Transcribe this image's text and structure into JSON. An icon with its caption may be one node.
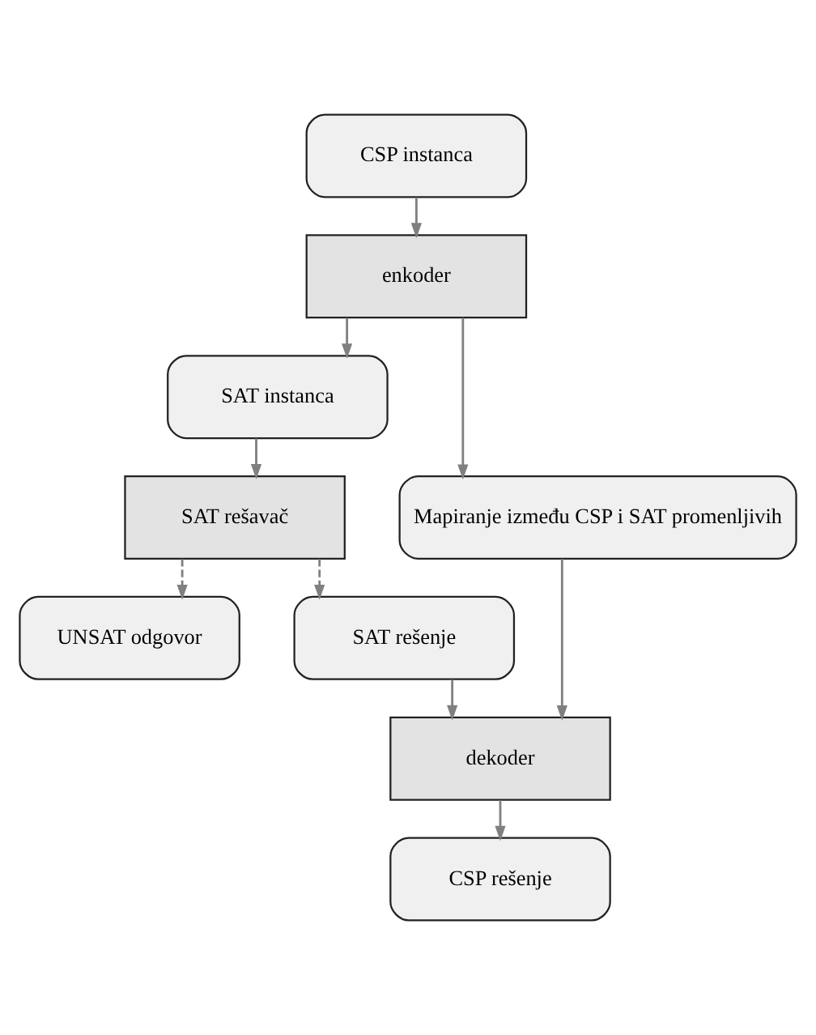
{
  "diagram": {
    "nodes": [
      {
        "text": [
          "CSP instanca"
        ]
      },
      {
        "text": [
          "enkoder"
        ]
      },
      {
        "text": [
          "SAT instanca"
        ]
      },
      {
        "text": [
          "Mapiranje između CSP i SAT promenljivih"
        ]
      },
      {
        "text": [
          "SAT rešavač"
        ]
      },
      {
        "text": [
          "UNSAT odgovor"
        ]
      },
      {
        "text": [
          "SAT rešenje"
        ]
      },
      {
        "text": [
          "dekoder"
        ]
      },
      {
        "text": [
          "CSP rešenje"
        ]
      }
    ],
    "edges": [
      {
        "from": 0,
        "to": 1,
        "arrow": "to"
      },
      {
        "from": 1,
        "to": 2,
        "arrow": "to"
      },
      {
        "from": 1,
        "to": 3,
        "arrow": "to"
      },
      {
        "from": 2,
        "to": 4,
        "arrow": "to"
      },
      {
        "from": 4,
        "to": 5,
        "arrow": "to",
        "style": "dashed"
      },
      {
        "from": 4,
        "to": 6,
        "arrow": "to",
        "style": "dashed"
      },
      {
        "from": 6,
        "to": 7,
        "arrow": "to"
      },
      {
        "from": 3,
        "to": 7,
        "arrow": "to"
      },
      {
        "from": 7,
        "to": 8,
        "arrow": "to"
      }
    ]
  }
}
